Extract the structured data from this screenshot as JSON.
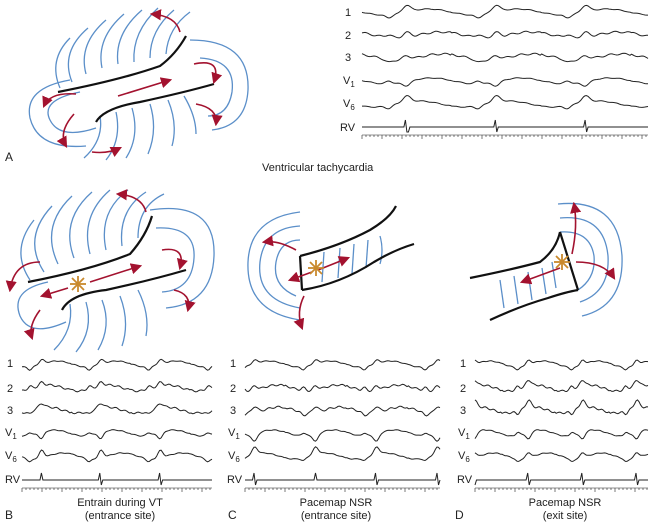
{
  "title": "Ventricular tachycardia",
  "panels": {
    "A": {
      "letter": "A"
    },
    "B": {
      "letter": "B",
      "caption_line1": "Entrain during VT",
      "caption_line2": "(entrance site)"
    },
    "C": {
      "letter": "C",
      "caption_line1": "Pacemap NSR",
      "caption_line2": "(entrance site)"
    },
    "D": {
      "letter": "D",
      "caption_line1": "Pacemap NSR",
      "caption_line2": "(exit site)"
    }
  },
  "leads": [
    "1",
    "2",
    "3",
    "V1",
    "V6",
    "RV"
  ],
  "lead_display": {
    "l1": "1",
    "l2": "2",
    "l3": "3",
    "v1_main": "V",
    "v1_sub": "1",
    "v6_main": "V",
    "v6_sub": "6",
    "rv": "RV"
  },
  "colors": {
    "wavefront": "#5b8fc9",
    "arrow": "#a3122f",
    "scar": "#111111",
    "pacing_star": "#c9892c",
    "trace": "#222222"
  }
}
